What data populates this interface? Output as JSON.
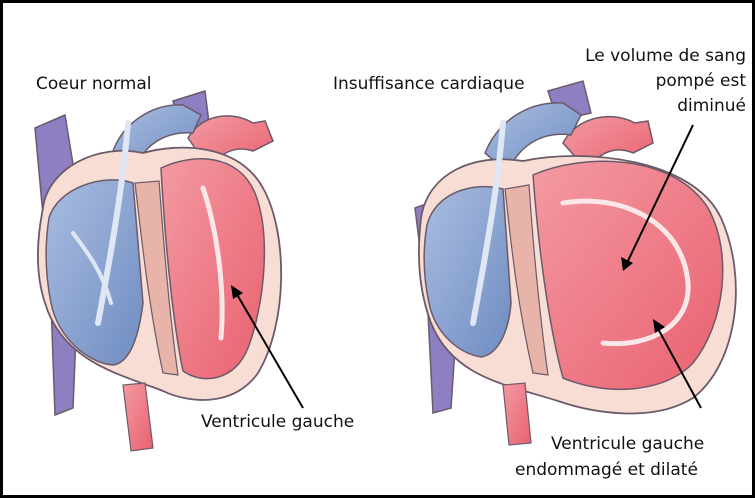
{
  "labels": {
    "normal_heart": "Coeur normal",
    "heart_failure": "Insuffisance cardiaque",
    "left_ventricle": "Ventricule gauche",
    "volume_line1": "Le volume de sang",
    "volume_line2": "pompé est",
    "volume_line3": "diminué",
    "damaged_line1": "Ventricule gauche",
    "damaged_line2": "endommagé et dilaté"
  },
  "colors": {
    "oxygenated": "#ef6a78",
    "deoxygenated": "#7d97c8",
    "vein": "#8a7cc0",
    "tissue": "#f6d9cf",
    "outline": "#6b5a6a",
    "border": "#000000"
  },
  "icons": {
    "normal_heart": "heart-normal-illustration",
    "failing_heart": "heart-failure-illustration"
  }
}
